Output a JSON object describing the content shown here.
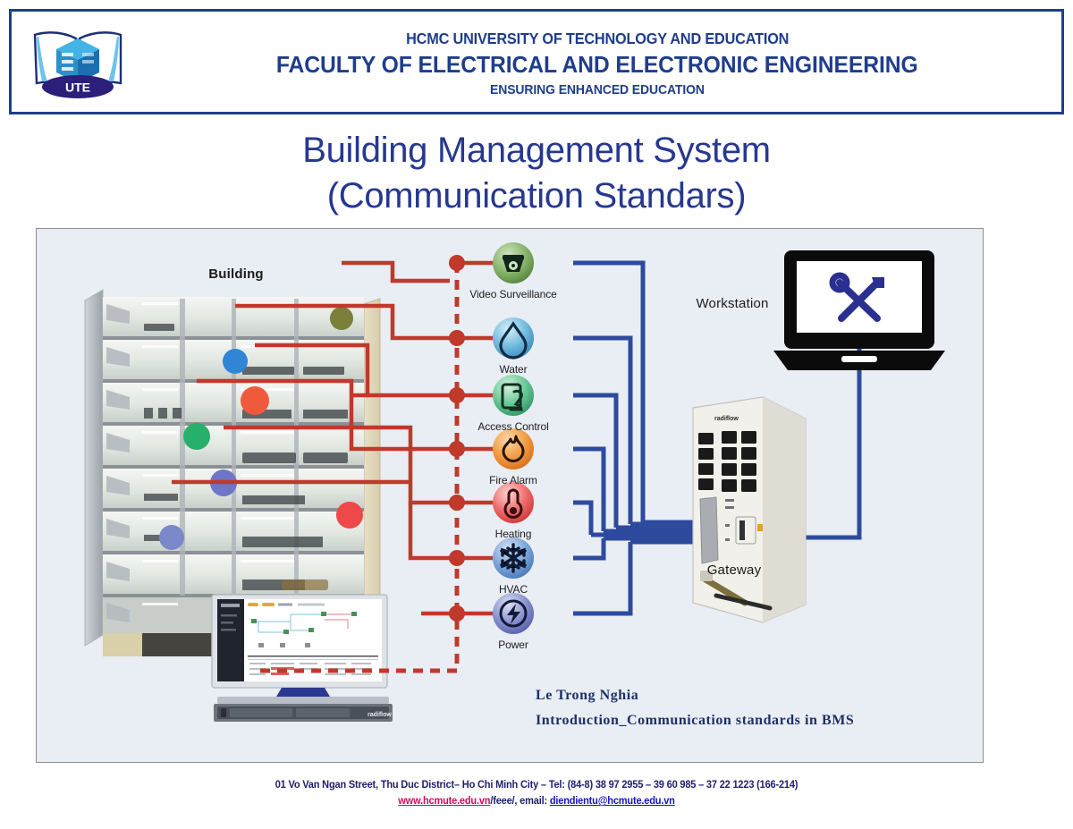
{
  "header": {
    "logo": {
      "name": "ute-logo",
      "text": "UTE"
    },
    "line1": "HCMC UNIVERSITY OF TECHNOLOGY AND EDUCATION",
    "line2": "FACULTY OF ELECTRICAL AND ELECTRONIC ENGINEERING",
    "line3": "ENSURING ENHANCED EDUCATION",
    "color": "#1f3d8c"
  },
  "title": {
    "line1": "Building Management System",
    "line2": "(Communication Standars)",
    "color": "#26388f"
  },
  "diagram": {
    "building_label": "Building",
    "workstation_label": "Workstation",
    "gateway_label": "Gateway",
    "bus_color": "#c0392b",
    "link_color": "#2d4a9e",
    "panel_bg": "#e9edf4",
    "panel_border": "#8e8e8e",
    "systems": [
      {
        "label": "Video Surveillance",
        "icon": "cctv-camera-icon",
        "color": "#6f9e5a",
        "dot": "#7a7f3a"
      },
      {
        "label": "Water",
        "icon": "water-drop-icon",
        "color": "#61b7df",
        "dot": "#2f86d6"
      },
      {
        "label": "Access Control",
        "icon": "access-card-icon",
        "color": "#57c38b",
        "dot": "#27b06a"
      },
      {
        "label": "Fire Alarm",
        "icon": "flame-icon",
        "color": "#f0963c",
        "dot": "#f05a3c"
      },
      {
        "label": "Heating",
        "icon": "thermometer-icon",
        "color": "#ef5a5a",
        "dot": "#ef4848"
      },
      {
        "label": "HVAC",
        "icon": "snowflake-icon",
        "color": "#6f9fd8",
        "dot": "#6f76c8"
      },
      {
        "label": "Power",
        "icon": "power-bolt-icon",
        "color": "#7b88c9",
        "dot": "#6f7ec5"
      }
    ],
    "credit_line1": "Le Trong Nghia",
    "credit_line2": "Introduction_Communication standards in BMS"
  },
  "footer": {
    "address": "01 Vo Van Ngan Street, Thu Duc District– Ho Chi Minh  City – Tel: (84-8) 38 97 2955 – 39 60 985 – 37 22 1223 (166-214)",
    "website": "www.hcmute.edu.vn",
    "path": "/feee/, email: ",
    "email": "diendientu@hcmute.edu.vn"
  }
}
